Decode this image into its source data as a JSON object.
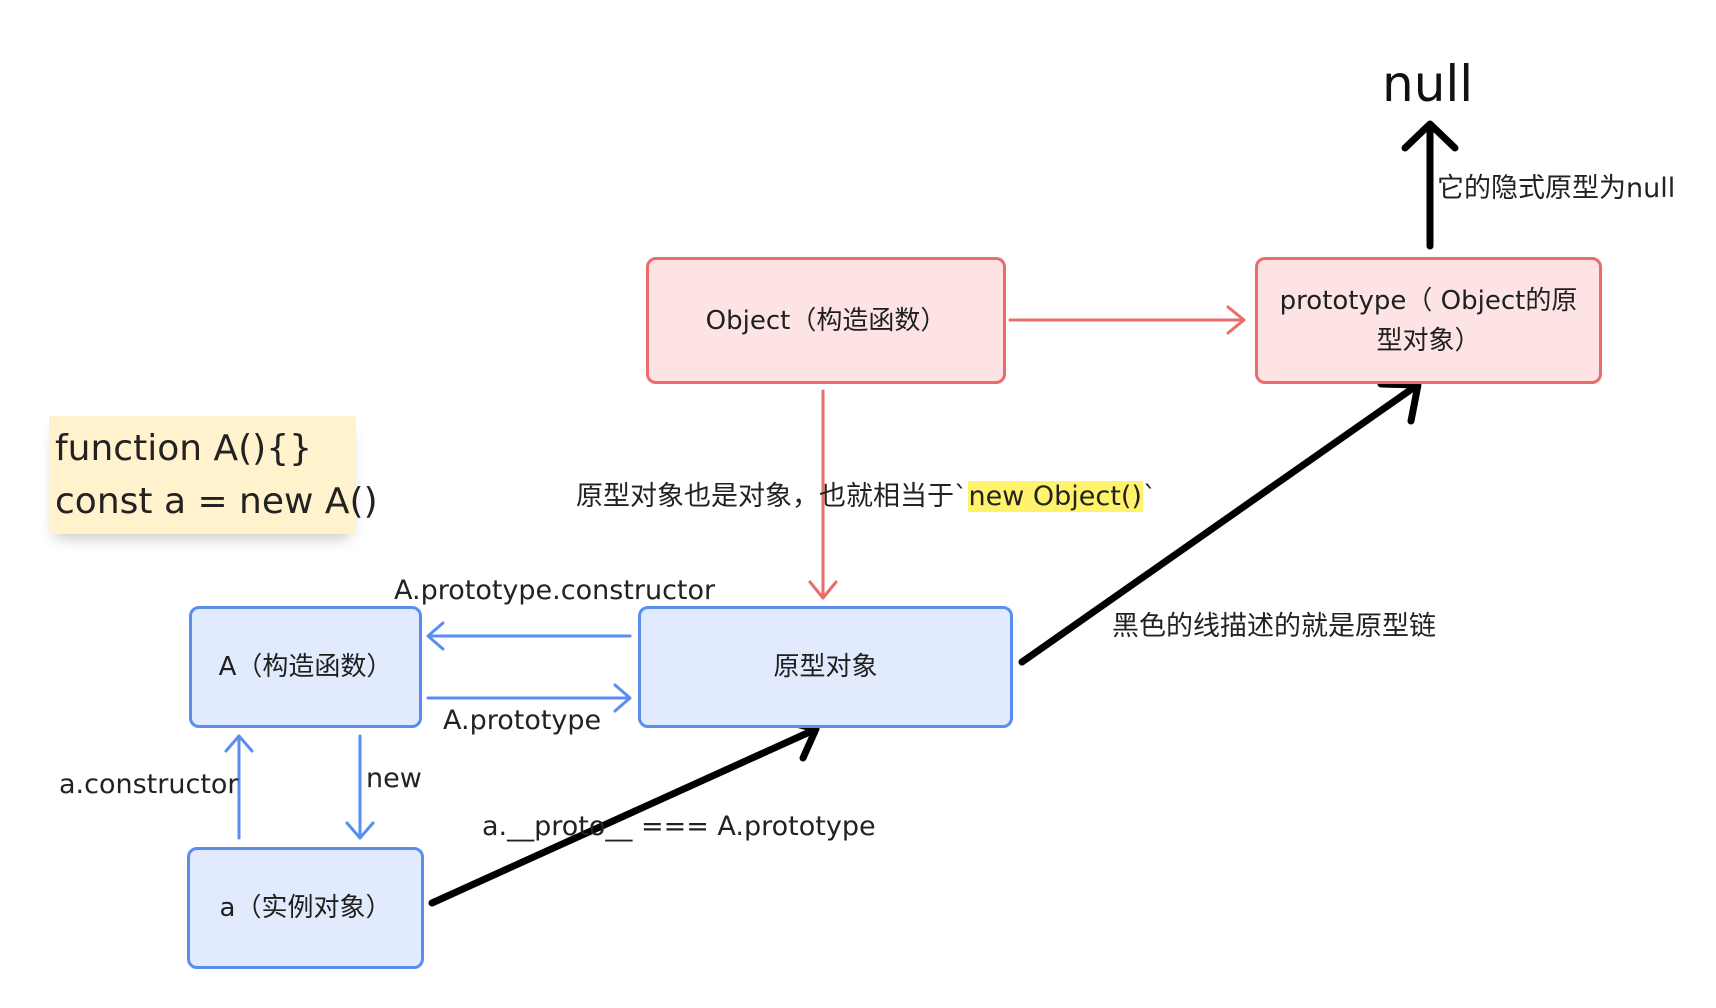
{
  "code_note": {
    "line1": "function A(){}",
    "line2": "const a = new A()"
  },
  "nodes": {
    "object_ctor": "Object（构造函数）",
    "object_proto_line1": "prototype（ Object的原",
    "object_proto_line2": "型对象）",
    "a_ctor": "A（构造函数）",
    "proto_obj": "原型对象",
    "instance": "a（实例对象）",
    "null_node": "null"
  },
  "edge_labels": {
    "implicit_null": "它的隐式原型为null",
    "proto_is_object_prefix": "原型对象也是对象，也就相当于`",
    "proto_is_object_code": "new Object()",
    "proto_is_object_suffix": "`",
    "prototype_constructor": "A.prototype.constructor",
    "a_prototype": "A.prototype",
    "a_constructor": "a.constructor",
    "new": "new",
    "proto_eq": "a.__proto__ === A.prototype",
    "chain_note": "黑色的线描述的就是原型链"
  },
  "colors": {
    "red_border": "#ec6b6b",
    "red_fill": "#fde3e4",
    "blue_border": "#5a8df0",
    "blue_fill": "#e2ebfd",
    "chain": "#000000",
    "note_fill": "#fff2cc",
    "highlight": "#fff36b"
  }
}
